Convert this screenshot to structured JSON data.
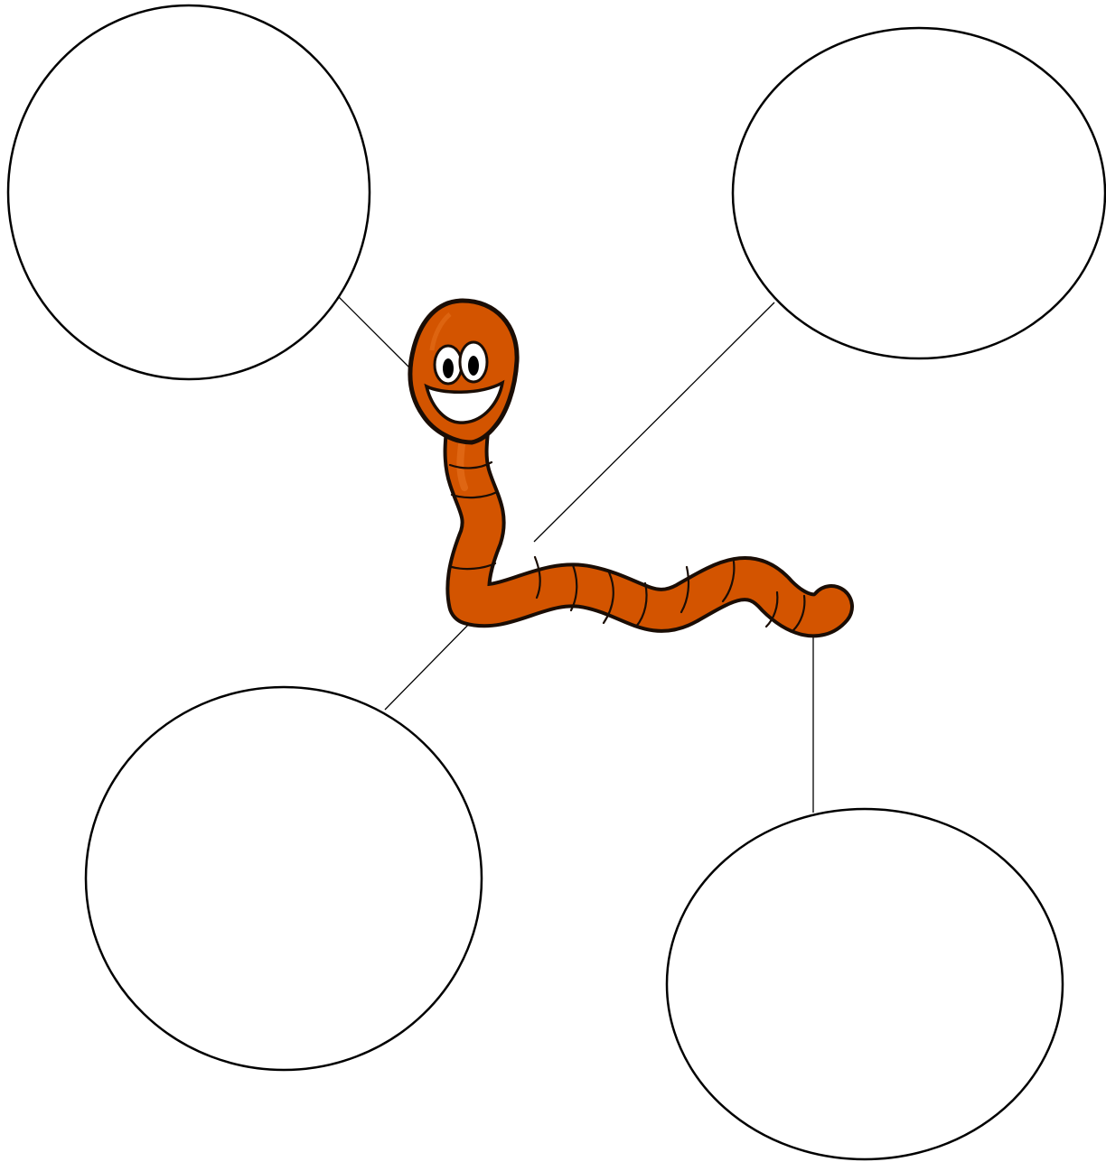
{
  "diagram": {
    "type": "bubble-map",
    "center": {
      "icon": "smiling-worm-icon"
    },
    "bubbles": [
      {
        "position": "top-left",
        "text": ""
      },
      {
        "position": "top-right",
        "text": ""
      },
      {
        "position": "bottom-left",
        "text": ""
      },
      {
        "position": "bottom-right",
        "text": ""
      }
    ]
  },
  "colors": {
    "background": "#ffffff",
    "bubble_stroke": "#000000",
    "connector": "#000000",
    "worm_body": "#d35400",
    "worm_highlight": "#e8731f",
    "worm_outline": "#1a0d05",
    "eye_white": "#ffffff",
    "pupil": "#000000",
    "mouth": "#ffffff"
  }
}
